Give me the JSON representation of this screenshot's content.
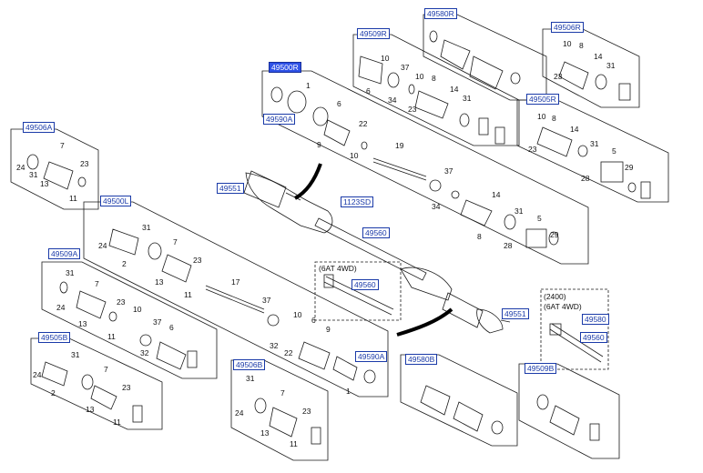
{
  "diagram": {
    "labels": {
      "main": "49500R",
      "kit_580R": "49580R",
      "kit_506R": "49506R",
      "kit_509R": "49509R",
      "kit_505R": "49505R",
      "kit_590A_upper": "49590A",
      "kit_551_upper": "49551",
      "kit_1123SD": "1123SD",
      "kit_560_center": "49560",
      "kit_560_4wd": "49560",
      "kit_506A": "49506A",
      "kit_500L": "49500L",
      "kit_509A": "49509A",
      "kit_505B": "49505B",
      "kit_506B": "49506B",
      "kit_590A_lower": "49590A",
      "kit_580B": "49580B",
      "kit_509B": "49509B",
      "kit_551_lower": "49551",
      "kit_580_right": "49580",
      "kit_560_right": "49560"
    },
    "notes": {
      "center_variant": "(6AT 4WD)",
      "right_year": "(2400)",
      "right_variant": "(6AT 4WD)"
    },
    "numbers": {
      "r1_1": "1",
      "r1_6": "6",
      "r1_9": "9",
      "r1_22": "22",
      "r1_10": "10",
      "r1_19": "19",
      "r1_37": "37",
      "r1_34": "34",
      "r1_14": "14",
      "r1_8": "8",
      "r1_31": "31",
      "r1_28": "28",
      "r1_5": "5",
      "r1_29": "29",
      "r509_10": "10",
      "r509_37": "37",
      "r509_6": "6",
      "r509_34": "34",
      "r509_10b": "10",
      "r509_8": "8",
      "r509_23": "23",
      "r509_14": "14",
      "r509_31": "31",
      "r506_10": "10",
      "r506_8": "8",
      "r506_14": "14",
      "r506_23": "23",
      "r506_31": "31",
      "r505_10": "10",
      "r505_8": "8",
      "r505_23": "23",
      "r505_14": "14",
      "r505_31": "31",
      "r505_5": "5",
      "r505_28": "28",
      "r505_29": "29",
      "a506_7": "7",
      "a506_24": "24",
      "a506_31": "31",
      "a506_23": "23",
      "a506_13": "13",
      "a506_11": "11",
      "l_24": "24",
      "l_31": "31",
      "l_7": "7",
      "l_2": "2",
      "l_23": "23",
      "l_13": "13",
      "l_11": "11",
      "l_17": "17",
      "l_37": "37",
      "l_10": "10",
      "l_6": "6",
      "l_9": "9",
      "l_32": "32",
      "l_22": "22",
      "l_1": "1",
      "a509_31": "31",
      "a509_7": "7",
      "a509_24": "24",
      "a509_23": "23",
      "a509_13": "13",
      "a509_11": "11",
      "a509_10": "10",
      "a509_37": "37",
      "a509_6": "6",
      "a509_32": "32",
      "b505_31": "31",
      "b505_7": "7",
      "b505_24": "24",
      "b505_2": "2",
      "b505_23": "23",
      "b505_13": "13",
      "b505_11": "11",
      "b506_31": "31",
      "b506_7": "7",
      "b506_24": "24",
      "b506_23": "23",
      "b506_13": "13",
      "b506_11": "11"
    }
  }
}
